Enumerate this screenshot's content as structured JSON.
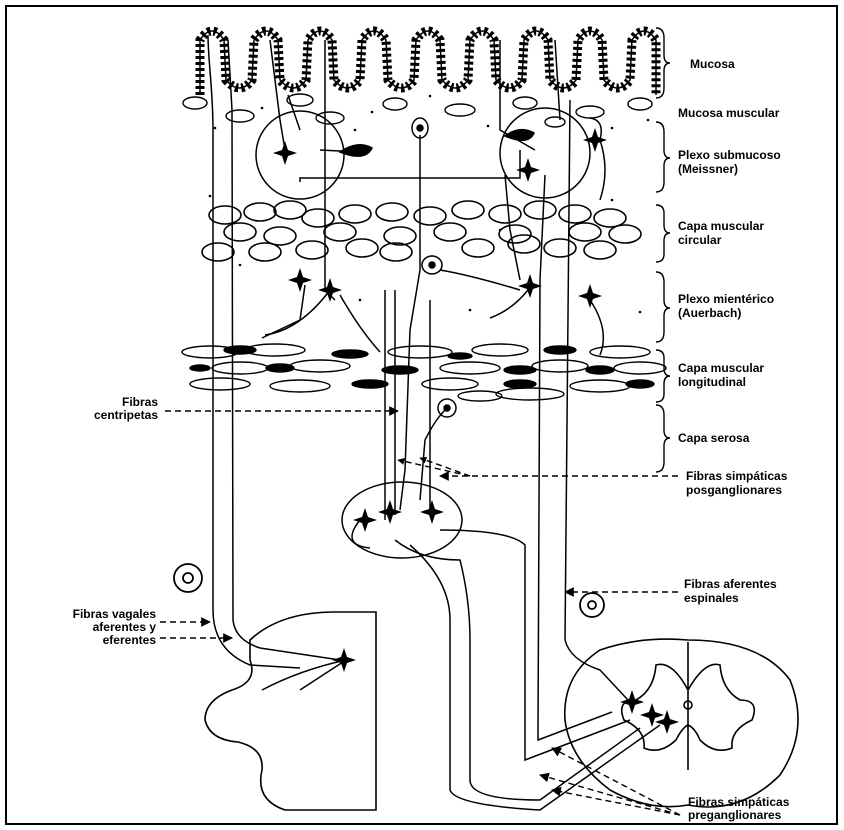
{
  "layers": [
    {
      "id": "mucosa",
      "lines": [
        "Mucosa"
      ]
    },
    {
      "id": "mucosa-muscular",
      "lines": [
        "Mucosa muscular"
      ]
    },
    {
      "id": "plexo-submucoso",
      "lines": [
        "Plexo submucoso",
        "(Meissner)"
      ]
    },
    {
      "id": "capa-circular",
      "lines": [
        "Capa muscular",
        "circular"
      ]
    },
    {
      "id": "plexo-mienterico",
      "lines": [
        "Plexo mientérico",
        "(Auerbach)"
      ]
    },
    {
      "id": "capa-longitudinal",
      "lines": [
        "Capa muscular",
        "longitudinal"
      ]
    },
    {
      "id": "capa-serosa",
      "lines": [
        "Capa serosa"
      ]
    }
  ],
  "fibers": [
    {
      "id": "centripetas",
      "lines": [
        "Fibras",
        "centripetas"
      ]
    },
    {
      "id": "simpaticas-posganglionares",
      "lines": [
        "Fibras simpáticas",
        "posganglionares"
      ]
    },
    {
      "id": "aferentes-espinales",
      "lines": [
        "Fibras aferentes",
        "espinales"
      ]
    },
    {
      "id": "vagales",
      "lines": [
        "Fibras vagales",
        "aferentes y",
        "eferentes"
      ]
    },
    {
      "id": "simpaticas-preganglionares",
      "lines": [
        "Fibras simpáticas",
        "preganglionares"
      ]
    }
  ]
}
